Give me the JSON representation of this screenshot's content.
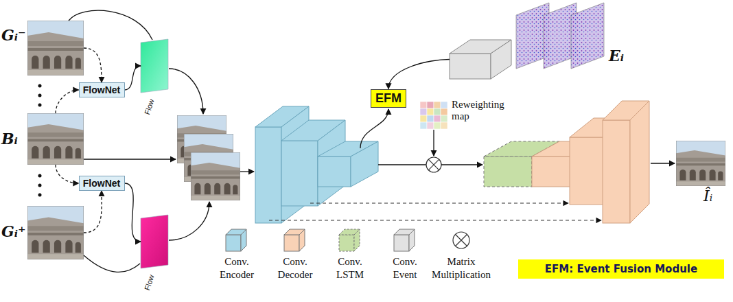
{
  "diagram": {
    "nodes": [
      {
        "text": [
          "Gᵢ⁻"
        ]
      },
      {
        "text": [
          "FlowNet"
        ]
      },
      {
        "text": [
          "Bᵢ"
        ]
      },
      {
        "text": [
          "FlowNet"
        ]
      },
      {
        "text": [
          "Gᵢ⁺"
        ]
      },
      {
        "text": [
          "Flow"
        ]
      },
      {
        "text": [
          "Flow"
        ]
      },
      {
        "text": [
          "EFM"
        ]
      },
      {
        "text": [
          "Reweighting map"
        ]
      },
      {
        "text": [
          "Eᵢ"
        ]
      },
      {
        "text": [
          "Îᵢ"
        ]
      },
      {
        "text": [
          "EFM: Event Fusion Module"
        ]
      }
    ],
    "edges": [
      {
        "from": 0,
        "to": 1,
        "arrow": "to"
      },
      {
        "from": 2,
        "to": 1,
        "arrow": "to"
      },
      {
        "from": 2,
        "to": 3,
        "arrow": "to"
      },
      {
        "from": 4,
        "to": 3,
        "arrow": "to"
      },
      {
        "from": 1,
        "to": 5,
        "arrow": "to"
      },
      {
        "from": 3,
        "to": 6,
        "arrow": "to"
      },
      {
        "from": 9,
        "to": 7,
        "arrow": "to"
      }
    ],
    "legend": [
      {
        "text": "Conv. Encoder",
        "color": "#aad8e8"
      },
      {
        "text": "Conv. Decoder",
        "color": "#f9d2b6"
      },
      {
        "text": "Conv. LSTM",
        "color": "#c6dfa6"
      },
      {
        "text": "Conv. Event",
        "color": "#e2e2e2"
      },
      {
        "text": "Matrix Multiplication"
      }
    ]
  }
}
